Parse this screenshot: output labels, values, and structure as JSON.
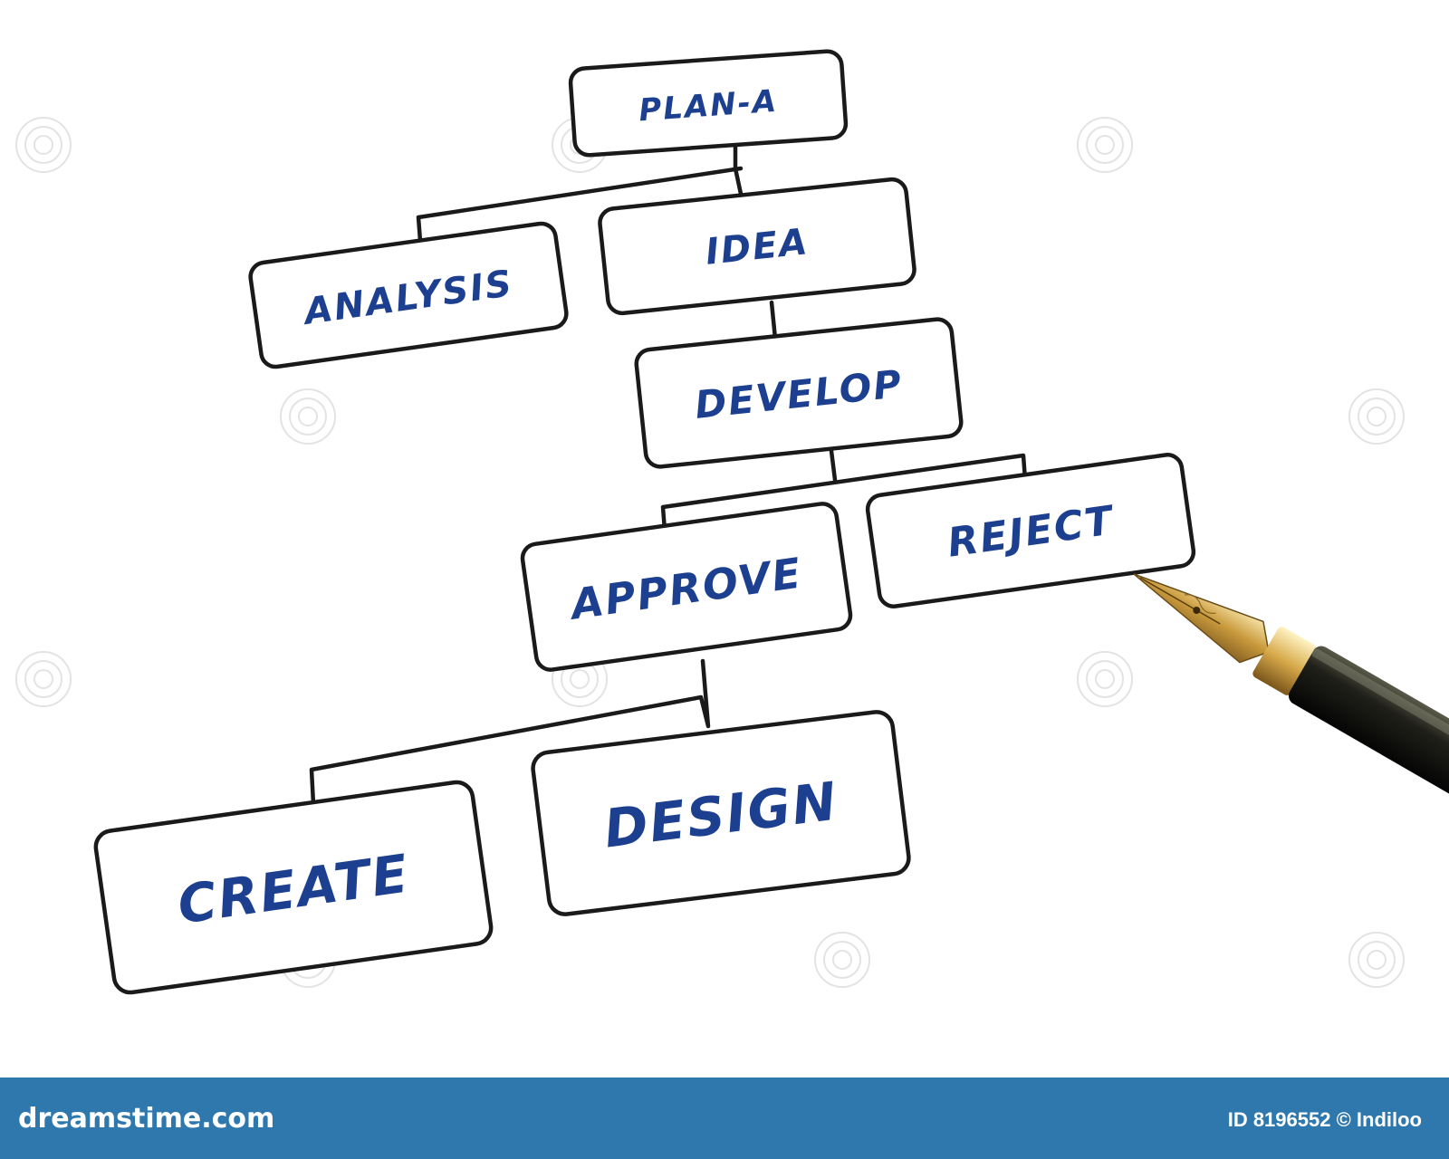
{
  "nodes": {
    "plan_a": "PLAN-A",
    "analysis": "ANALYSIS",
    "idea": "IDEA",
    "develop": "DEVELOP",
    "approve": "APPROVE",
    "reject": "REJECT",
    "create": "CREATE",
    "design": "DESIGN"
  },
  "edges": [
    [
      "plan_a",
      "analysis"
    ],
    [
      "plan_a",
      "idea"
    ],
    [
      "idea",
      "develop"
    ],
    [
      "develop",
      "approve"
    ],
    [
      "develop",
      "reject"
    ],
    [
      "approve",
      "create"
    ],
    [
      "approve",
      "design"
    ]
  ],
  "footer": {
    "brand": "dreamstime.com",
    "credit": "ID 8196552 © Indiloo"
  },
  "colors": {
    "label_ink": "#1c3f8f",
    "box_stroke": "#1a1a1a",
    "footer_bar": "#2f78ad"
  },
  "decorations": [
    "fountain-pen",
    "dreamstime-watermark"
  ]
}
